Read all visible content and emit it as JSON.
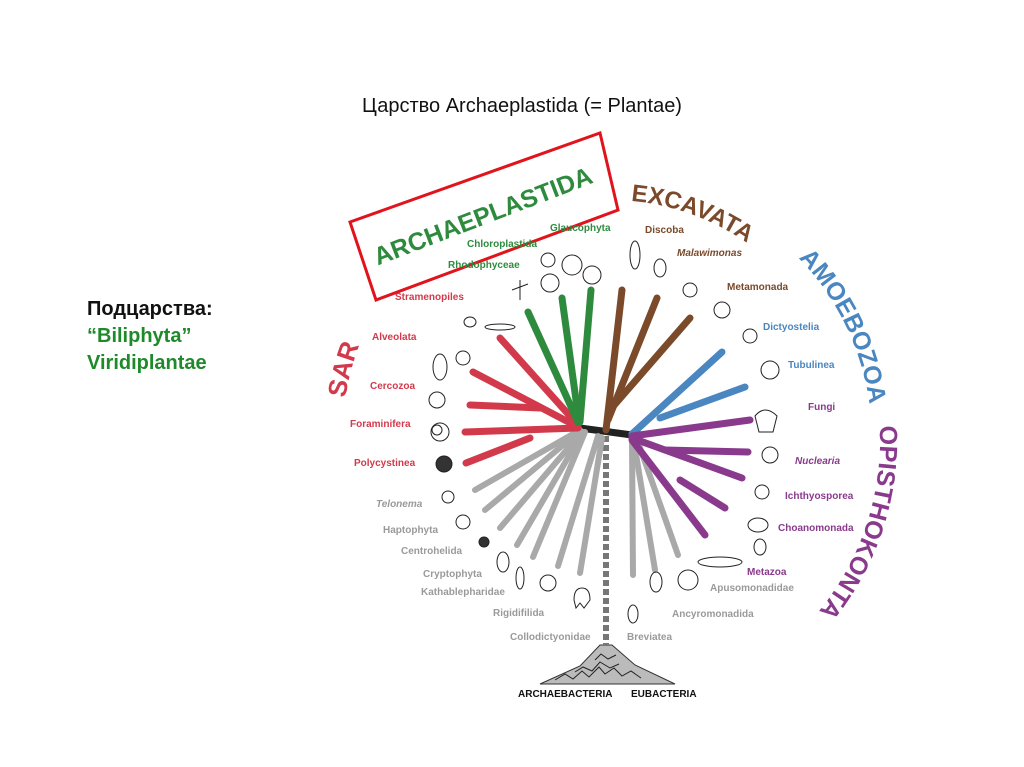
{
  "title": "Царство Archaeplastida (= Plantae)",
  "subkingdoms": {
    "heading": "Подцарства:",
    "items": [
      "“Biliphyta”",
      "Viridiplantae"
    ]
  },
  "colors": {
    "sar": "#d23a4c",
    "archaeplastida": "#2e8b3e",
    "excavata": "#7a4a2a",
    "amoebozoa": "#4a86c0",
    "opisthokonta": "#8a3a8c",
    "other": "#a9a9a9",
    "highlight_box": "#e0141c",
    "subkingdom_text": "#1f8a2a"
  },
  "diagram": {
    "supergroups": {
      "sar": "SAR",
      "archaeplastida": "ARCHAEPLASTIDA",
      "excavata": "EXCAVATA",
      "amoebozoa": "AMOEBOZOA",
      "opisthokonta": "OPISTHOKONTA"
    },
    "sar": [
      "Stramenopiles",
      "Alveolata",
      "Cercozoa",
      "Foraminifera",
      "Polycystinea"
    ],
    "archaeplastida": [
      "Glaucophyta",
      "Chloroplastida",
      "Rhodophyceae"
    ],
    "excavata": [
      "Discoba",
      "Malawimonas",
      "Metamonada"
    ],
    "amoebozoa": [
      "Dictyostelia",
      "Tubulinea"
    ],
    "opisthokonta": [
      "Fungi",
      "Nuclearia",
      "Ichthyosporea",
      "Choanomonada",
      "Metazoa"
    ],
    "other": [
      "Telonema",
      "Haptophyta",
      "Centrohelida",
      "Cryptophyta",
      "Kathablepharidae",
      "Rigidifilida",
      "Collodictyonidae",
      "Breviatea",
      "Ancyromonadida",
      "Apusomonadidae"
    ],
    "root": [
      "ARCHAEBACTERIA",
      "EUBACTERIA"
    ]
  }
}
